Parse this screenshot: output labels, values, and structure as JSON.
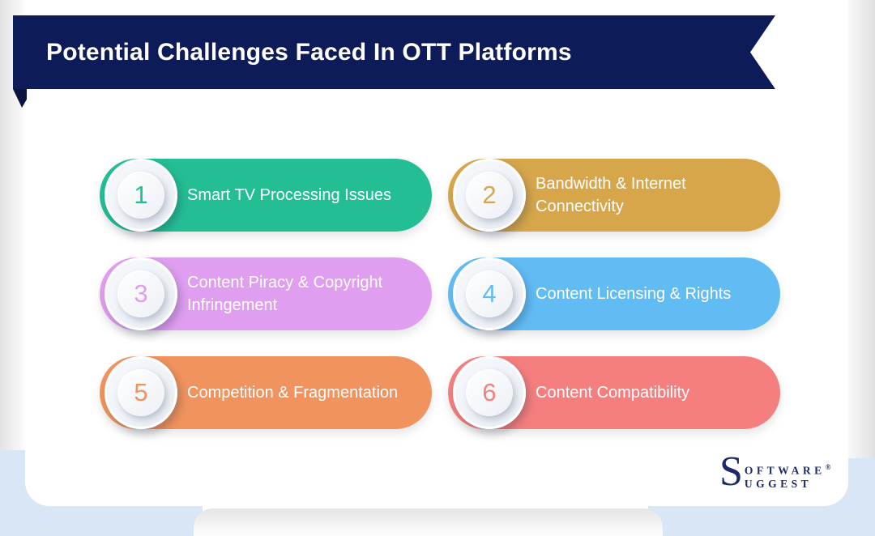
{
  "header": {
    "title": "Potential Challenges Faced In OTT Platforms"
  },
  "items": [
    {
      "number": "1",
      "label": "Smart TV Processing Issues",
      "color": "#24be94"
    },
    {
      "number": "2",
      "label": "Bandwidth & Internet Connectivity",
      "color": "#d7a64b"
    },
    {
      "number": "3",
      "label": "Content Piracy & Copyright Infringement",
      "color": "#e09ef0"
    },
    {
      "number": "4",
      "label": "Content Licensing & Rights",
      "color": "#62bcf4"
    },
    {
      "number": "5",
      "label": "Competition & Fragmentation",
      "color": "#f0935e"
    },
    {
      "number": "6",
      "label": "Content Compatibility",
      "color": "#f57f7f"
    }
  ],
  "logo": {
    "initial": "S",
    "line1": "OFTWARE",
    "registered": "®",
    "line2": "UGGEST",
    "color": "#1c2a6a"
  },
  "colors": {
    "ribbon": "#0d1c59",
    "ribbon_fold": "#091440",
    "card_bg": "#ffffff",
    "accent_blue_bg": "#d8e6f5"
  }
}
